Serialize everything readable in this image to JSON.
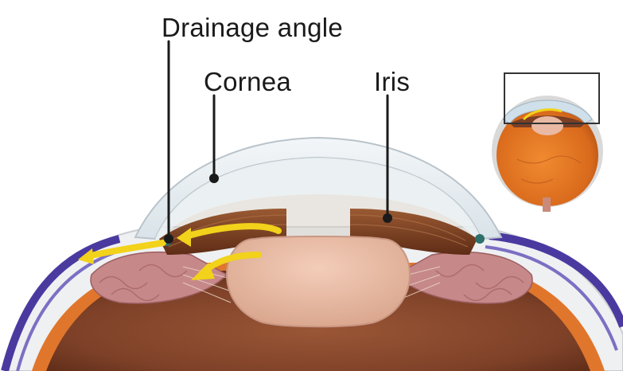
{
  "labels": {
    "drainage_angle": "Drainage angle",
    "cornea": "Cornea",
    "iris": "Iris"
  },
  "colors": {
    "aqueous_flow_arrow": "#f2d21a",
    "sclera_vein": "#4a3aa0",
    "iris": "#7a3f24",
    "lens": "#e9b9a3",
    "cornea": "#e8eef2",
    "vitreous": "#8a4a2e"
  },
  "inset": {
    "icon": "whole-eye-cross-section-icon",
    "highlight": "frame-around-front-of-eye"
  }
}
